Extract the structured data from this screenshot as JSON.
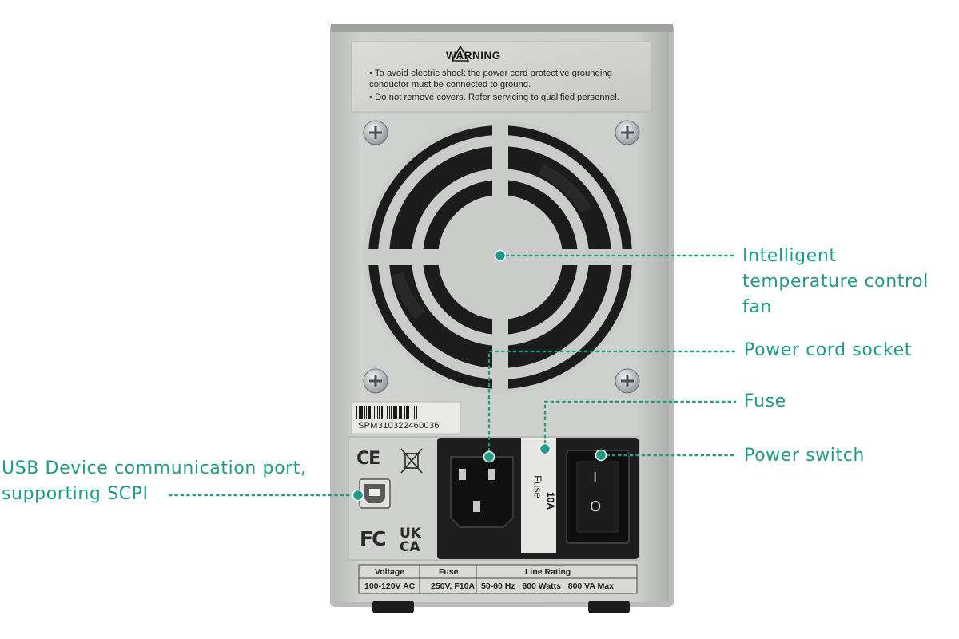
{
  "warning": {
    "title": "WARNING",
    "line1": "• To avoid electric shock the power cord protective grounding",
    "line2": "   conductor must be connected to ground.",
    "line3": "• Do not remove covers. Refer servicing to qualified personnel."
  },
  "serial_number": "SPM310322460036",
  "fuse_label": {
    "text": "Fuse",
    "rating": "10A"
  },
  "switch_symbols": {
    "on": "I",
    "off": "O"
  },
  "marks": {
    "ce": "CE",
    "fc": "FC",
    "ukca": "UK CA"
  },
  "rating_table": {
    "headers": [
      "Voltage",
      "Fuse",
      "Line Rating"
    ],
    "values": [
      "100-120V AC",
      "250V, F10A",
      "50-60 Hz   600 Watts   800 VA Max"
    ]
  },
  "callouts": {
    "fan": "Intelligent temperature control fan",
    "power_cord": "Power cord socket",
    "fuse": "Fuse",
    "power_switch": "Power switch",
    "usb": "USB Device communication port, supporting SCPI"
  },
  "colors": {
    "accent": "#1f9b86",
    "chassis": "#c9ccc9",
    "label_silver": "#d6d6d2",
    "dark": "#1b1b1b"
  }
}
